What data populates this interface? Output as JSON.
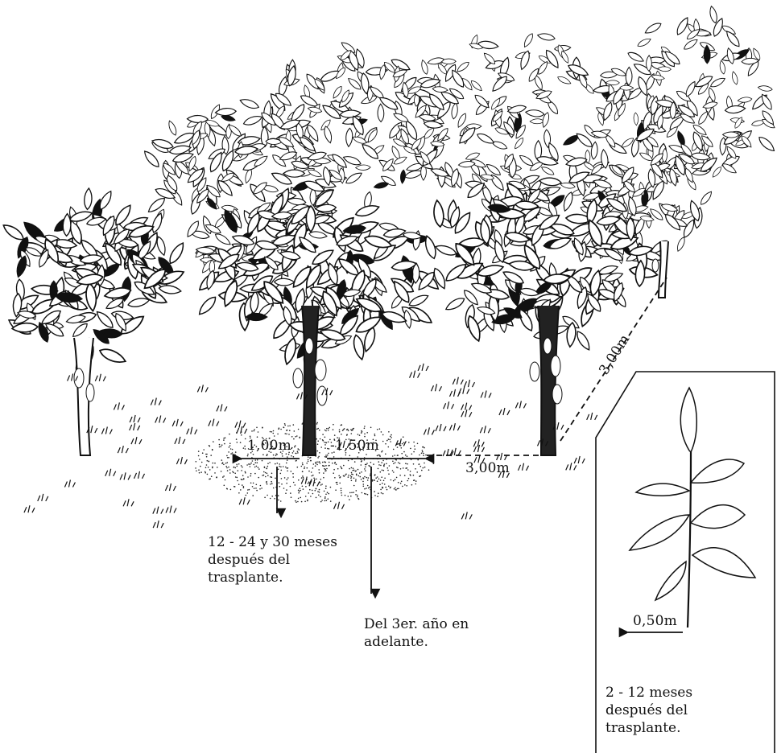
{
  "measurements": {
    "radius_1": "1,00m",
    "radius_2": "-1,50m",
    "row_spacing": "3,00m",
    "plant_spacing": "3,00m",
    "seedling_radius": "0,50m"
  },
  "notes": {
    "stage_1": [
      "12 - 24 y 30 meses",
      "después del",
      "trasplante."
    ],
    "stage_2": [
      "Del 3er. año en",
      "adelante."
    ],
    "seedling": [
      "2 - 12 meses",
      "después del",
      "trasplante."
    ]
  },
  "colors": {
    "ink": "#111111",
    "paper": "#ffffff"
  },
  "icons": {
    "tree": "cacao-tree-drawing",
    "seedling": "seedling-drawing",
    "ground": "stippled-circle"
  }
}
